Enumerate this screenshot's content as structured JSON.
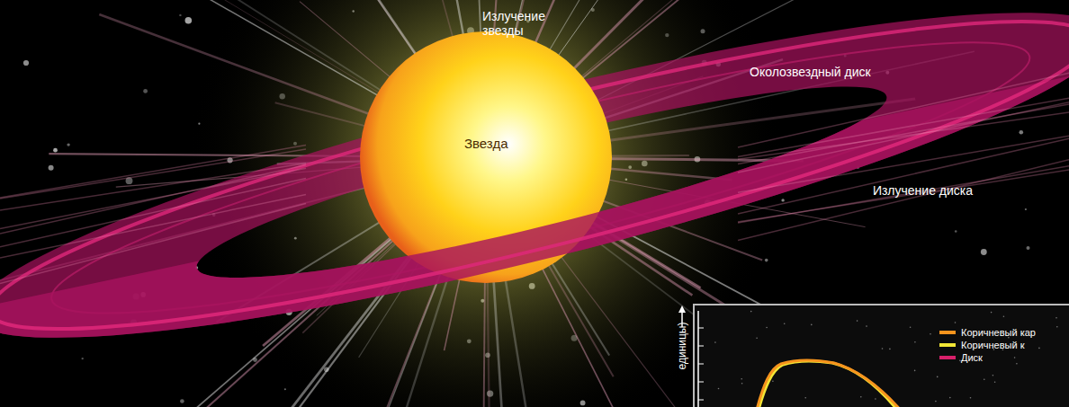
{
  "diagram": {
    "nodes": [
      {
        "text": [
          "Звезда"
        ]
      }
    ],
    "labels": [
      "Излучение звезды",
      "Околозвездный диск",
      "Излучение диска",
      "единицы)"
    ],
    "legend": [
      {
        "text": "Коричневый кар",
        "color": "#f7941d"
      },
      {
        "text": "Коричневый к",
        "color": "#f2e635"
      },
      {
        "text": "Диск",
        "color": "#d8206a"
      }
    ]
  }
}
